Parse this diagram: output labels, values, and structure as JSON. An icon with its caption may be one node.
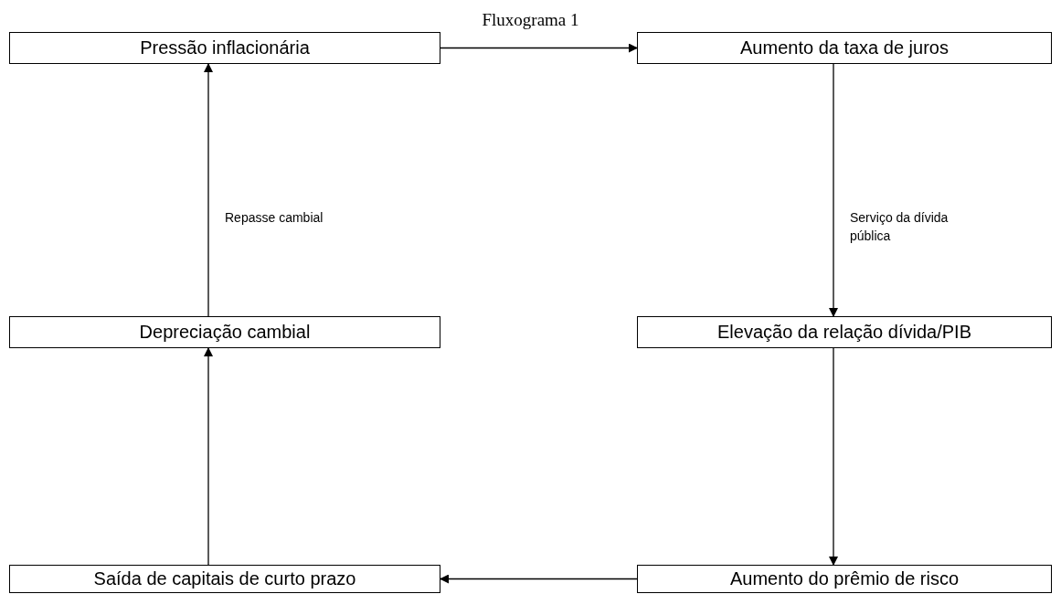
{
  "diagram": {
    "title": "Fluxograma 1",
    "nodes": [
      {
        "text": [
          "Pressão inflacionária"
        ]
      },
      {
        "text": [
          "Aumento da taxa de juros"
        ]
      },
      {
        "text": [
          "Depreciação cambial"
        ]
      },
      {
        "text": [
          "Elevação da relação dívida/PIB"
        ]
      },
      {
        "text": [
          "Saída de capitais de curto prazo"
        ]
      },
      {
        "text": [
          "Aumento do prêmio de risco"
        ]
      }
    ],
    "edges": [
      {
        "from": 0,
        "to": 1,
        "arrow": "to"
      },
      {
        "from": 1,
        "to": 3,
        "arrow": "to",
        "label": "Serviço da dívida pública"
      },
      {
        "from": 3,
        "to": 5,
        "arrow": "to"
      },
      {
        "from": 5,
        "to": 4,
        "arrow": "to"
      },
      {
        "from": 4,
        "to": 2,
        "arrow": "to"
      },
      {
        "from": 2,
        "to": 0,
        "arrow": "to",
        "label": "Repasse cambial"
      }
    ]
  }
}
